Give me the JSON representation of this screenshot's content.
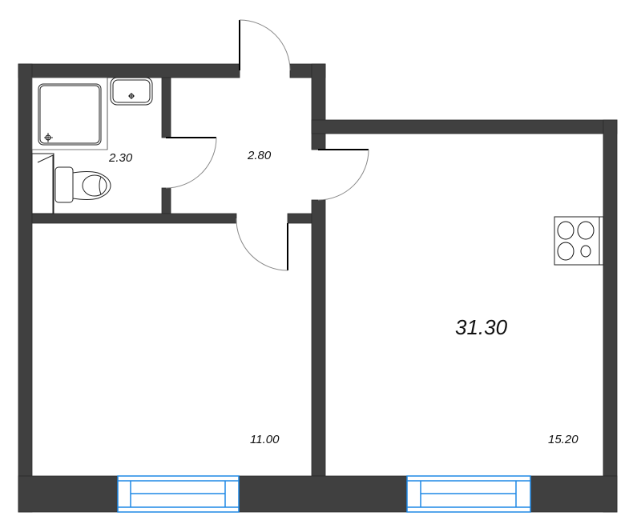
{
  "plan": {
    "total_area": "31.30",
    "rooms": [
      {
        "id": "bathroom",
        "area": "2.30"
      },
      {
        "id": "hallway",
        "area": "2.80"
      },
      {
        "id": "bedroom",
        "area": "11.00"
      },
      {
        "id": "kitchen-living",
        "area": "15.20"
      }
    ],
    "fixtures": [
      "shower-tray",
      "sink",
      "toilet",
      "cooktop"
    ],
    "colors": {
      "wall": "#404040",
      "window": "#1e88e5",
      "background": "#ffffff"
    }
  }
}
